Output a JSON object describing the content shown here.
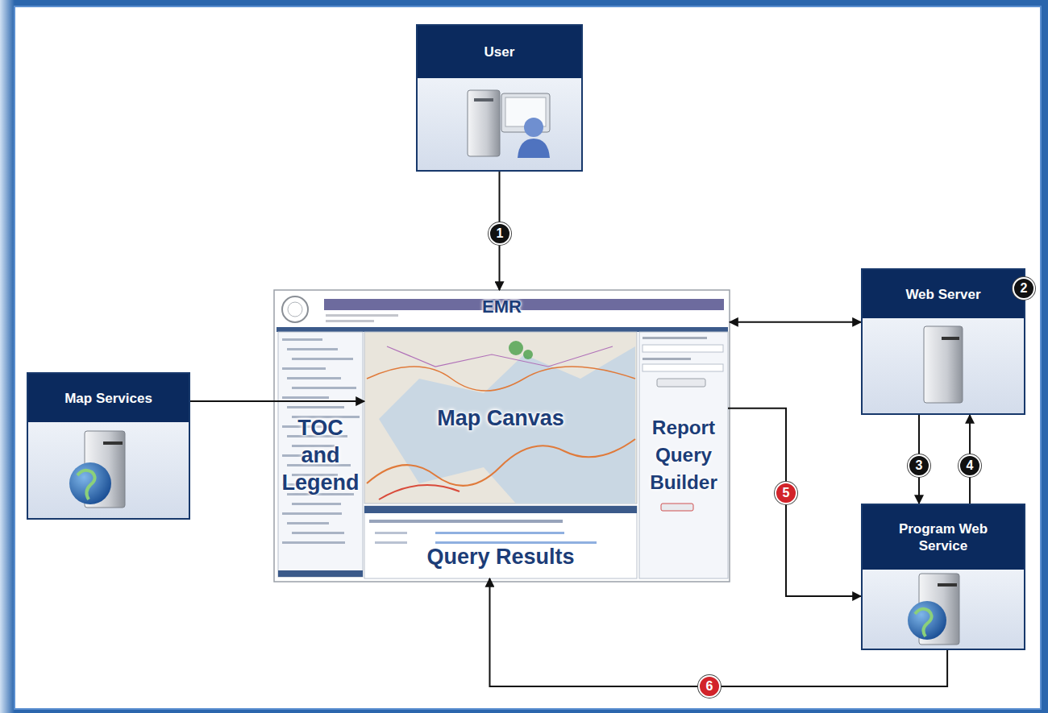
{
  "diagram": {
    "nodes": [
      {
        "text": [
          "User"
        ]
      },
      {
        "text": [
          "EMR"
        ]
      },
      {
        "text": [
          "TOC and Legend"
        ],
        "in": 1
      },
      {
        "text": [
          "Map Canvas"
        ],
        "in": 1
      },
      {
        "text": [
          "Report Query Builder"
        ],
        "in": 1
      },
      {
        "text": [
          "Query Results"
        ],
        "in": 1
      },
      {
        "text": [
          "Map Services"
        ]
      },
      {
        "text": [
          "Web Server"
        ]
      },
      {
        "text": [
          "Program Web Service"
        ]
      }
    ],
    "edges": [
      {
        "from": 0,
        "to": 1,
        "arrow": "to",
        "label": "1"
      },
      {
        "from": 1,
        "to": 7,
        "arrow": "both"
      },
      {
        "from": 7,
        "to": 8,
        "arrow": "to",
        "label": "3"
      },
      {
        "from": 8,
        "to": 7,
        "arrow": "to",
        "label": "4"
      },
      {
        "from": 6,
        "to": 3,
        "arrow": "to"
      },
      {
        "from": 4,
        "to": 8,
        "arrow": "to",
        "label": "5"
      },
      {
        "from": 8,
        "to": 5,
        "arrow": "to",
        "label": "6"
      }
    ],
    "labels": [
      "2"
    ]
  }
}
